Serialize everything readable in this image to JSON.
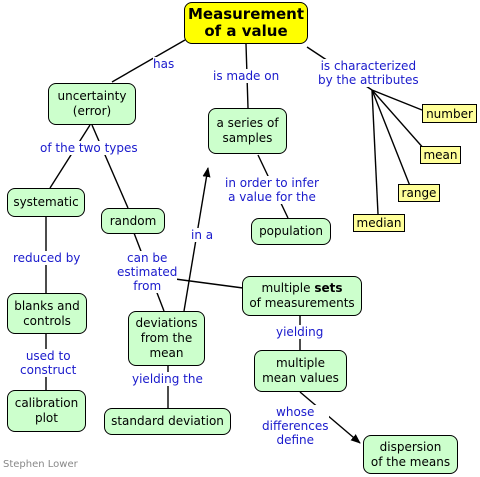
{
  "nodes": {
    "measurement": "Measurement\nof a value",
    "uncertainty": "uncertainty\n(error)",
    "samples": "a series of\nsamples",
    "systematic": "systematic",
    "random": "random",
    "population": "population",
    "blanks": "blanks and\ncontrols",
    "deviations": "deviations\nfrom the\nmean",
    "multiple_sets_pre": "multiple ",
    "multiple_sets_bold": "sets",
    "multiple_sets_post": "of measurements",
    "multiple_means": "multiple\nmean values",
    "calibration": "calibration\nplot",
    "std_dev": "standard deviation",
    "dispersion": "dispersion\nof the means"
  },
  "attributes": {
    "number": "number",
    "mean": "mean",
    "range": "range",
    "median": "median"
  },
  "links": {
    "has": "has",
    "made_on": "is made on",
    "characterized": "is characterized\nby the attributes",
    "two_types": "of the two types",
    "infer": "in order to infer\na value for the",
    "reduced": "reduced by",
    "estimated": "can be\nestimated\nfrom",
    "in_a": "in a",
    "used": "used to\nconstruct",
    "yielding_the": "yielding the",
    "yielding": "yielding",
    "whose": "whose\ndifferences\ndefine"
  },
  "credit": "Stephen Lower",
  "colors": {
    "title_fill": "#ffff00",
    "node_fill": "#ccffcc",
    "attribute_fill": "#ffff99",
    "link_text": "#1a1acc"
  }
}
